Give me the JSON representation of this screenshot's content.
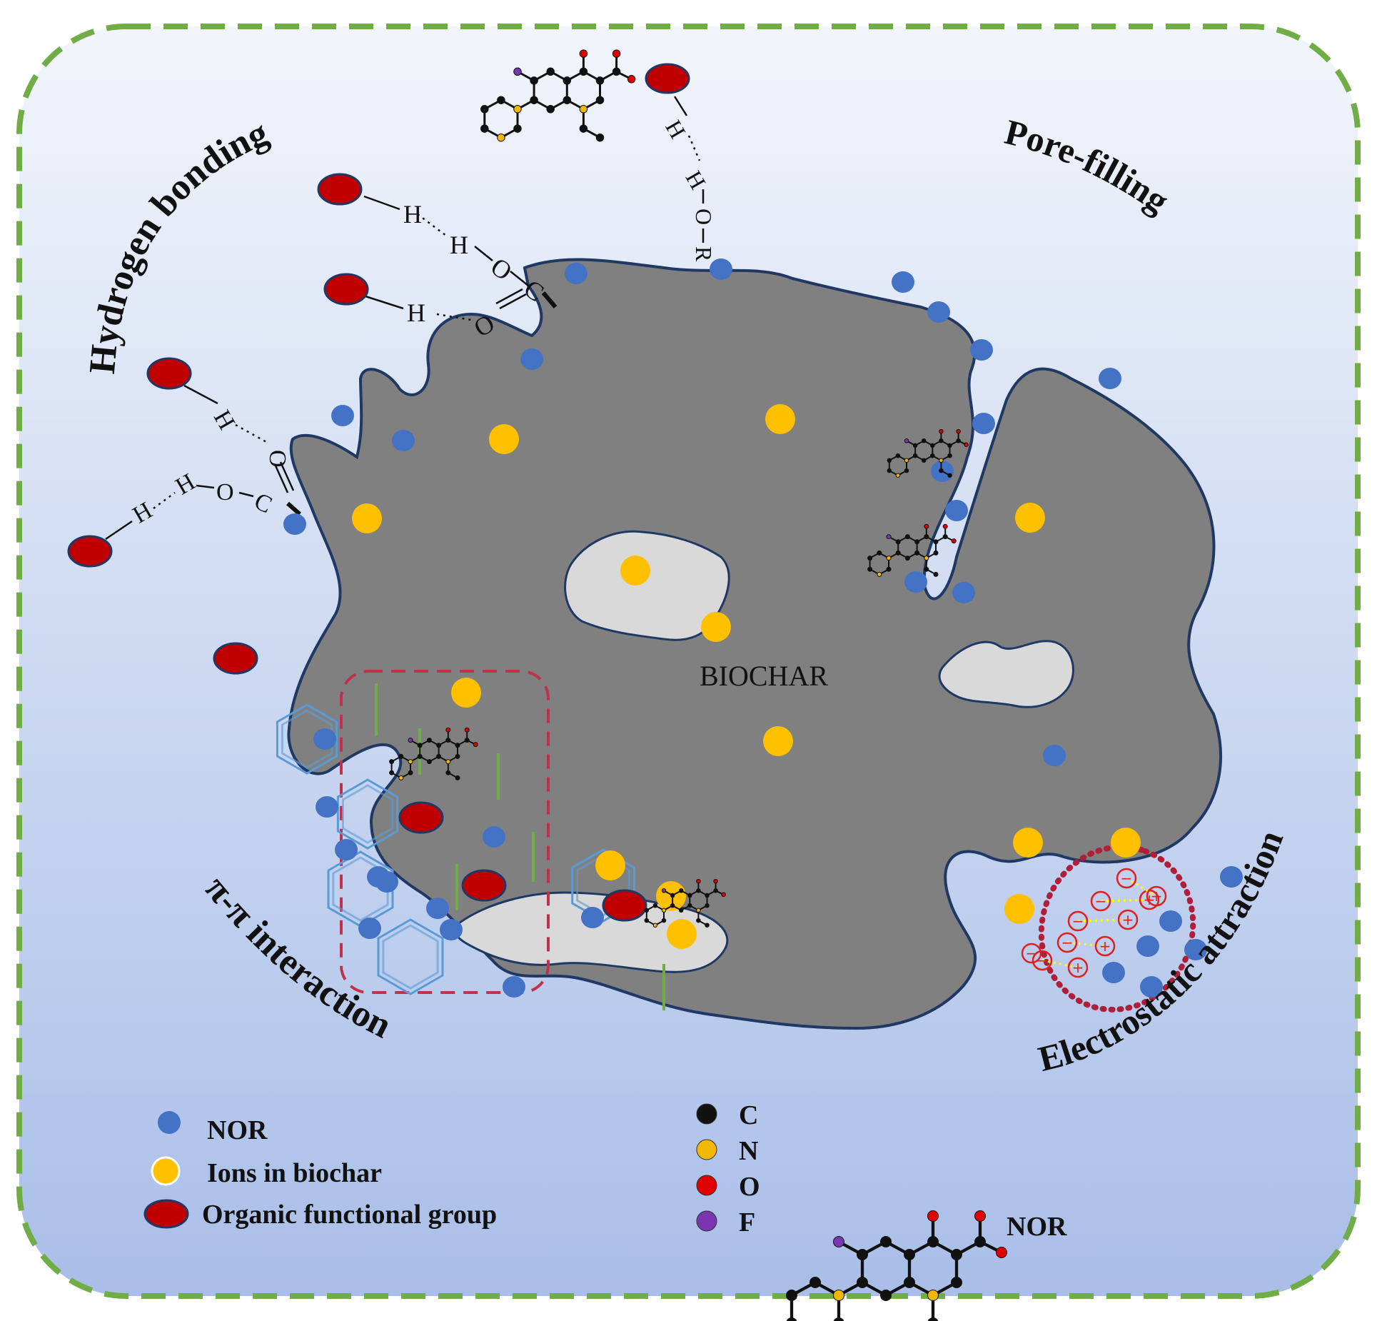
{
  "mechanisms": {
    "hydrogen_bonding": "Hydrogen bonding",
    "pore_filling": "Pore-filling",
    "pi_pi": "π-π interaction",
    "electrostatic": "Electrostatic attraction"
  },
  "center_label": "BIOCHAR",
  "bond_atoms": {
    "h": "H",
    "o": "O",
    "c": "C",
    "r": "R"
  },
  "charges": {
    "neg": "−",
    "pos": "+"
  },
  "legend": {
    "nor": "NOR",
    "ions": "Ions in biochar",
    "organic": "Organic functional group"
  },
  "atom_legend": [
    {
      "symbol": "C",
      "color": "#111111"
    },
    {
      "symbol": "N",
      "color": "#f2b700"
    },
    {
      "symbol": "O",
      "color": "#e00000"
    },
    {
      "symbol": "F",
      "color": "#7a35b0"
    }
  ],
  "structure_label": "NOR",
  "colors": {
    "nor": "#4472c4",
    "ion": "#ffc000",
    "organic": "#c00000",
    "biochar": "#808080",
    "pore": "#d9d9d9",
    "frame": "#70ad47",
    "bg_top": "#f2f5fb",
    "bg_bottom": "#a9bee8"
  }
}
